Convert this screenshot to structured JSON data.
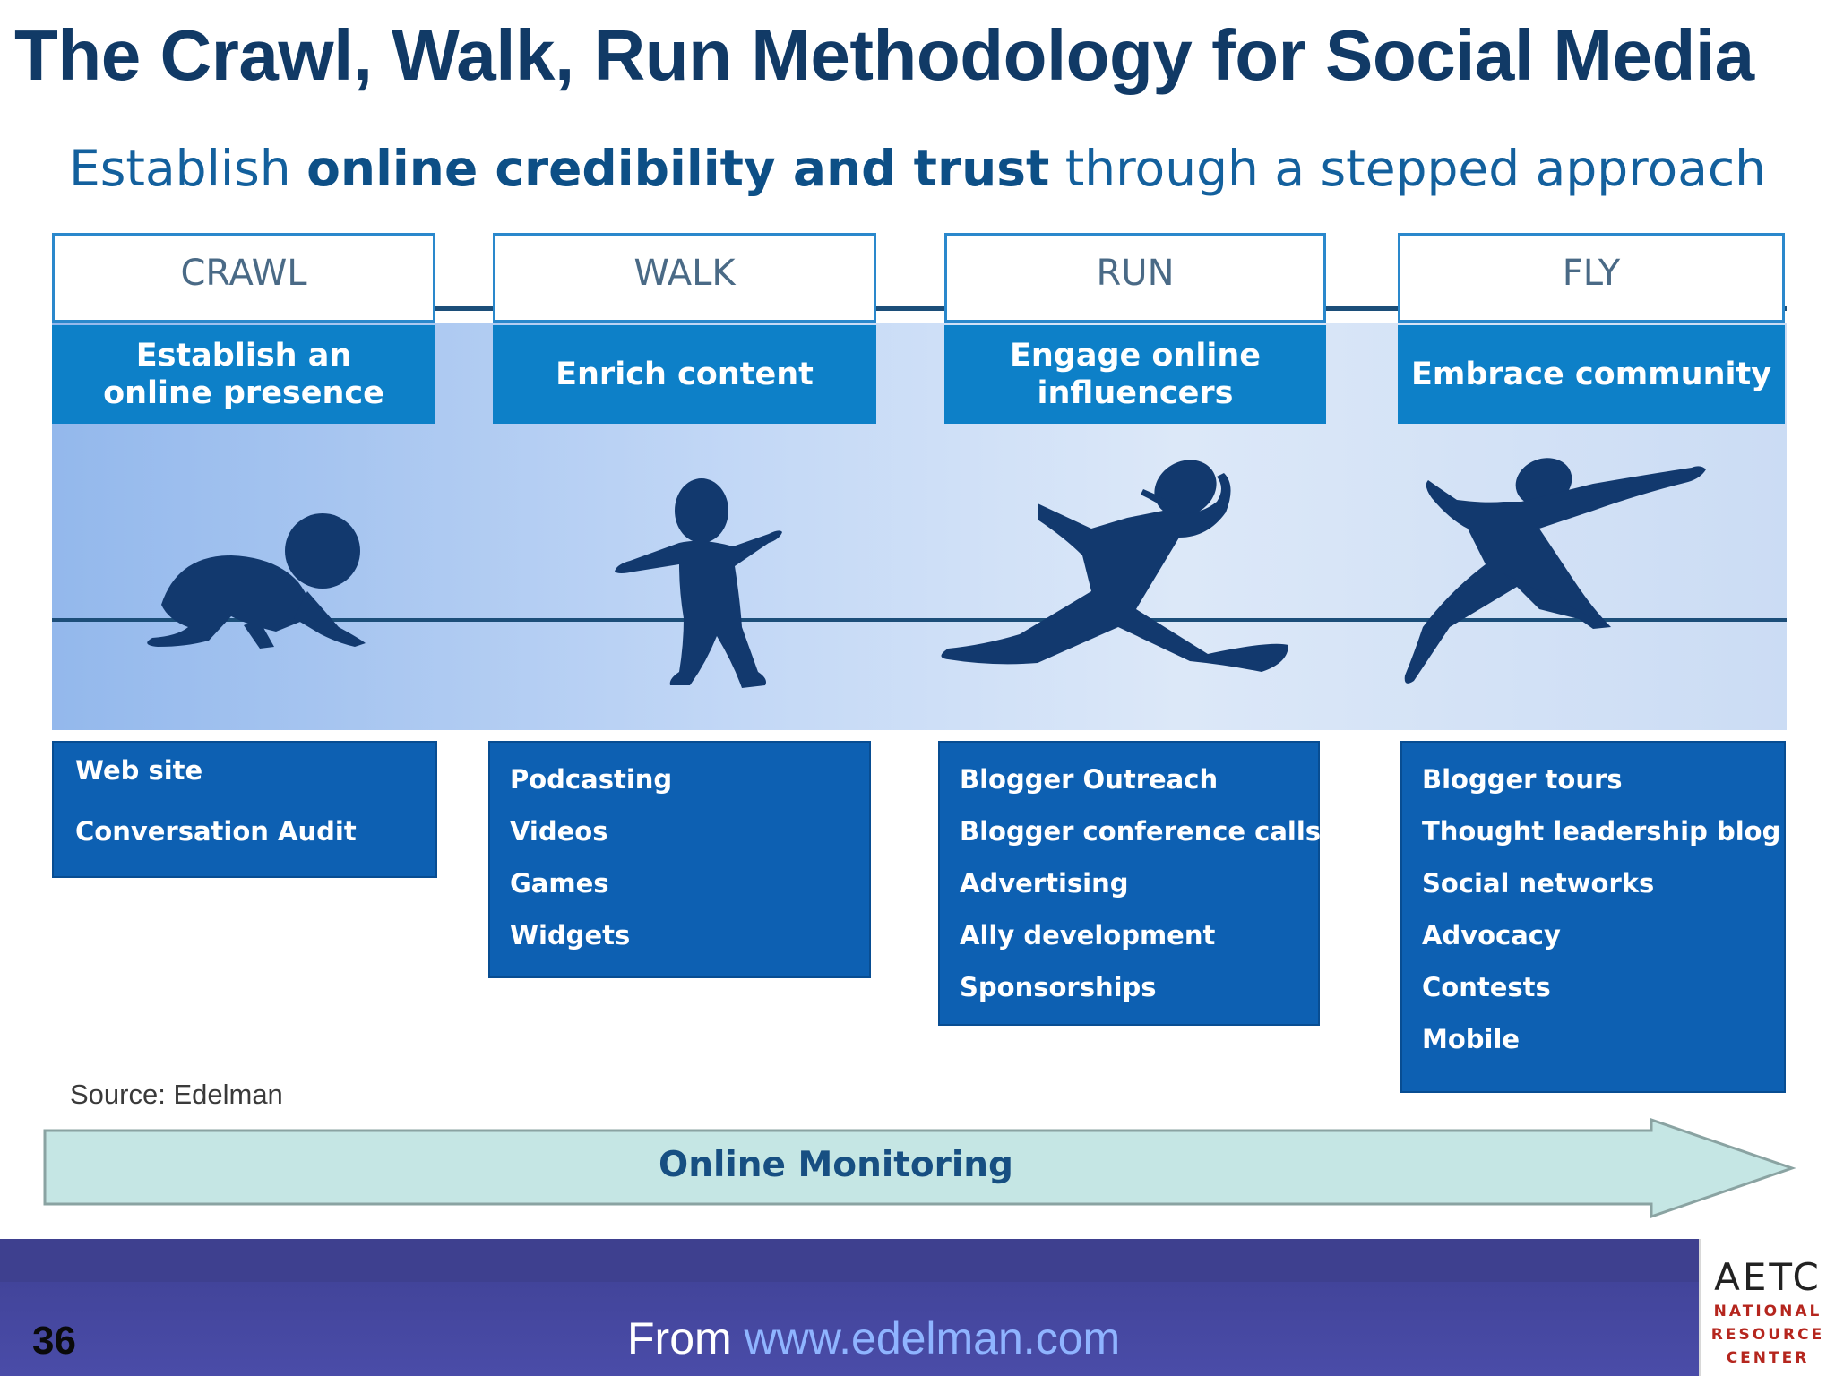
{
  "title": "The Crawl, Walk, Run Methodology for Social Media",
  "subtitle": {
    "pre": "Establish ",
    "bold": "online credibility and trust",
    "post": " through a stepped approach"
  },
  "stages": [
    {
      "name": "CRAWL",
      "desc_lines": [
        "Establish an",
        "online presence"
      ],
      "items": [
        "Web site",
        "Conversation Audit"
      ],
      "figure": "crawling-baby-icon"
    },
    {
      "name": "WALK",
      "desc_lines": [
        "Enrich content"
      ],
      "items": [
        "Podcasting",
        "Videos",
        "Games",
        "Widgets"
      ],
      "figure": "walking-child-icon"
    },
    {
      "name": "RUN",
      "desc_lines": [
        "Engage online",
        "influencers"
      ],
      "items": [
        "Blogger Outreach",
        "Blogger conference calls",
        "Advertising",
        "Ally development",
        "Sponsorships"
      ],
      "figure": "running-person-icon"
    },
    {
      "name": "FLY",
      "desc_lines": [
        "Embrace community"
      ],
      "items": [
        "Blogger tours",
        "Thought leadership blog",
        "Social networks",
        "Advocacy",
        "Contests",
        "Mobile"
      ],
      "figure": "leaping-person-icon"
    }
  ],
  "source": "Source: Edelman",
  "monitoring_label": "Online Monitoring",
  "footer": {
    "page_number": "36",
    "from_prefix": "From ",
    "from_url": "www.edelman.com"
  },
  "logo": {
    "main": "AETC",
    "lines": [
      "NATIONAL",
      "RESOURCE",
      "CENTER"
    ]
  },
  "colors": {
    "title": "#113a66",
    "stage_desc_bg": "#0d80c8",
    "list_bg": "#0d60b2",
    "silhouette": "#12396e",
    "arrow_fill": "#c5e6e4",
    "footer": "#42449a",
    "logo_accent": "#b5261e"
  }
}
